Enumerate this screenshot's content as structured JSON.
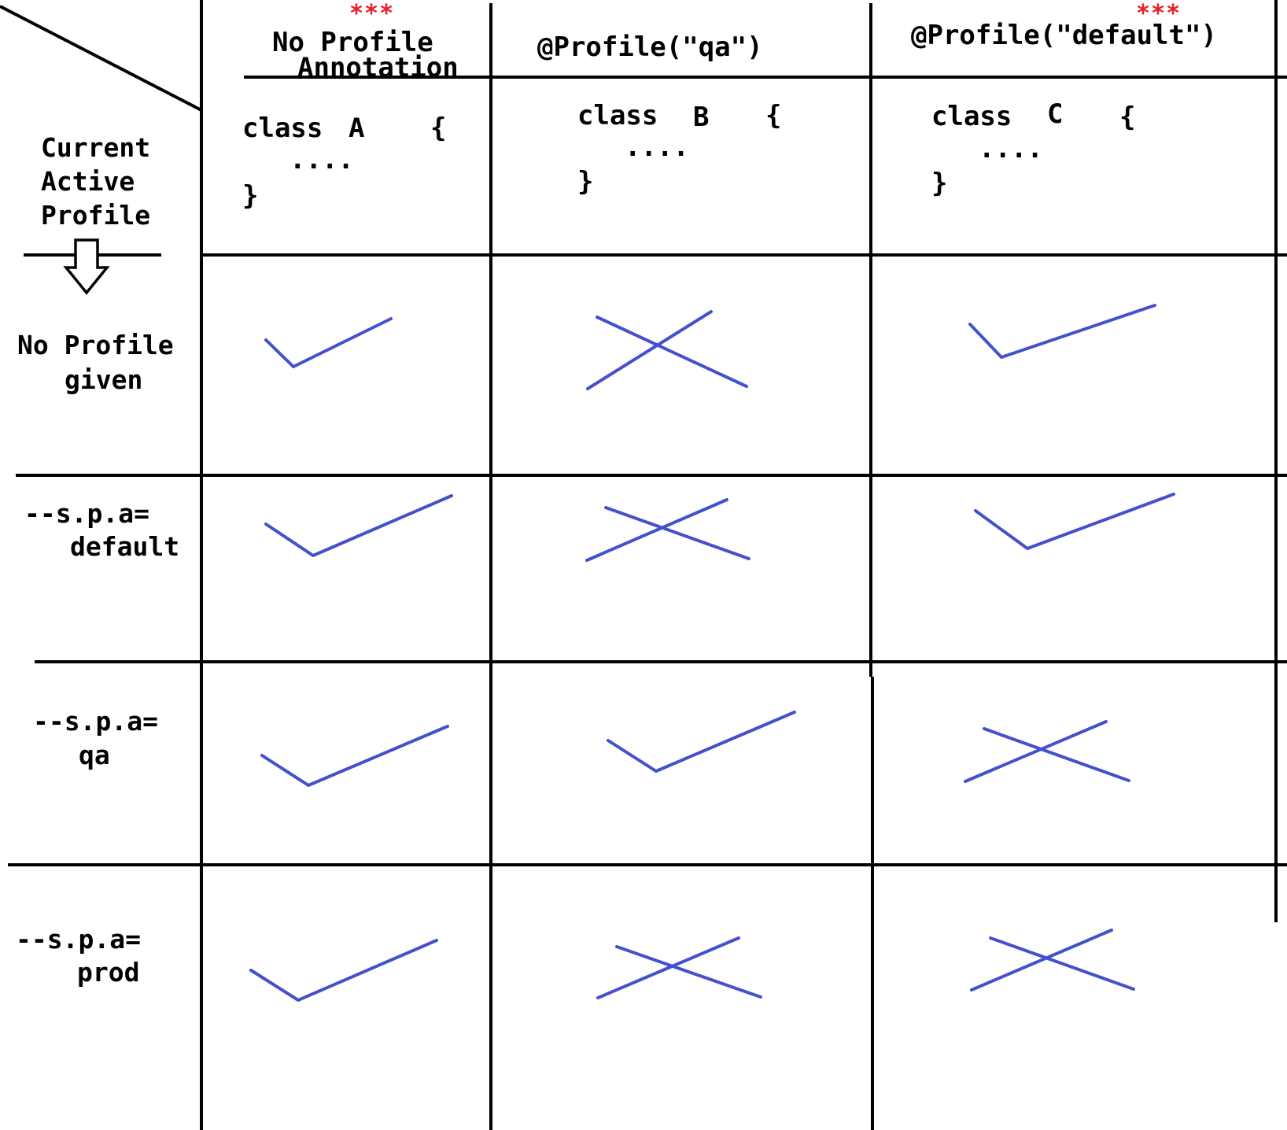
{
  "colors": {
    "mark": "#4450cc",
    "star": "#e8202a",
    "line": "#000000"
  },
  "column_headers": [
    {
      "line1": "No Profile",
      "line2": "Annotation",
      "star": "***"
    },
    {
      "line1": "@Profile(\"qa\")"
    },
    {
      "line1": "@Profile(\"default\")",
      "star": "***"
    }
  ],
  "classes": [
    {
      "keyword": "class",
      "name": "A",
      "open": "{",
      "body": "....",
      "close": "}"
    },
    {
      "keyword": "class",
      "name": "B",
      "open": "{",
      "body": "....",
      "close": "}"
    },
    {
      "keyword": "class",
      "name": "C",
      "open": "{",
      "body": "....",
      "close": "}"
    }
  ],
  "corner_label": [
    "Current",
    "Active",
    "Profile"
  ],
  "corner_icon": "down-arrow-icon",
  "rows": [
    {
      "label": [
        "No Profile",
        "given"
      ],
      "marks": [
        "check",
        "cross",
        "check"
      ]
    },
    {
      "label": [
        "--s.p.a=",
        "default"
      ],
      "marks": [
        "check",
        "cross",
        "check"
      ]
    },
    {
      "label": [
        "--s.p.a=",
        "qa"
      ],
      "marks": [
        "check",
        "check",
        "cross"
      ]
    },
    {
      "label": [
        "--s.p.a=",
        "prod"
      ],
      "marks": [
        "check",
        "cross",
        "cross"
      ]
    }
  ]
}
